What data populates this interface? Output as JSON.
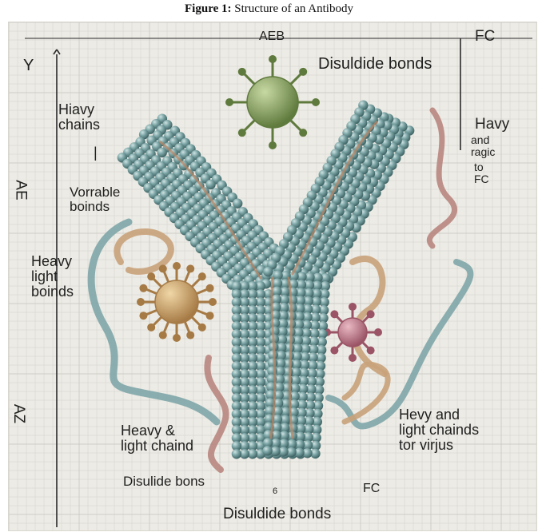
{
  "caption": {
    "figure": "Figure 1:",
    "title": "Structure of an Antibody"
  },
  "labels": {
    "y_axis": "Y",
    "aeb": "AEB",
    "fc_top": "FC",
    "disulfide_top": "Disuldide bonds",
    "hiavy_chains": "Hiavy\nchains",
    "ae_left": "AE",
    "vorrable": "Vorrable\nboinds",
    "heavy_light_bonds": "Heavy\nlight\nboinds",
    "havy_right": "Havy",
    "and_fragic": "and\nragic",
    "to_fc": "to\nFC",
    "az_left": "AZ",
    "heavy_light_chaind": "Heavy &\nlight chaind",
    "disulide_bons": "Disulide bons",
    "fc_bottom": "FC",
    "hevy_light_virus": "Hevy and\nlight chainds\ntor virjus",
    "disulfide_bottom": "Disuldide bonds",
    "small_mark": "6"
  },
  "colors": {
    "bead": "#7aa3a4",
    "bead_dark": "#4e7576",
    "ribbon_tan": "#c9a27a",
    "ribbon_pink": "#b9867f",
    "ribbon_teal": "#7fa6a8",
    "virus_green": "#7f9a5c",
    "virus_tan": "#c6a070",
    "virus_pink": "#b87a86",
    "grid": "#c9c7bf"
  }
}
